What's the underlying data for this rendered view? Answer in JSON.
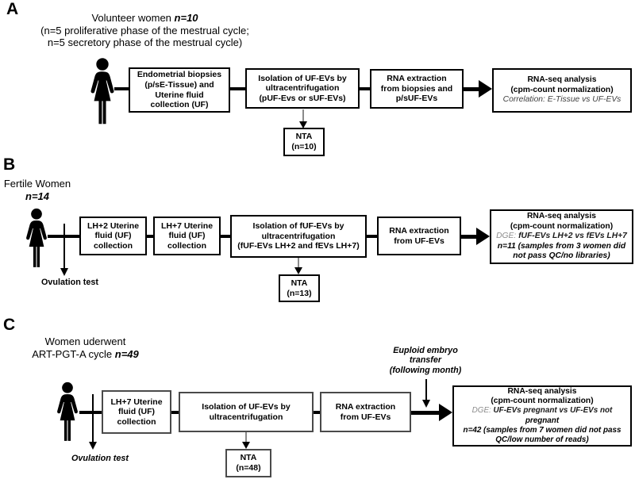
{
  "colors": {
    "ink": "#000000",
    "box_border": "#000000",
    "correlation_gray": "#3f3f3f",
    "dge_gray": "#8c8c8c"
  },
  "icons": {
    "woman": "woman-pictogram",
    "big_arrow": "thick-right-arrow",
    "down_arrow": "down-arrow"
  },
  "panelA": {
    "label": "A",
    "header": {
      "l1a": "Volunteer women ",
      "l1b": "n=10",
      "l2": "(n=5 proliferative phase of the mestrual cycle;",
      "l3": "n=5 secretory phase of the mestrual cycle)"
    },
    "biopsy_box": {
      "l1": "Endometrial biopsies",
      "l2": "(p/sE-Tissue) and",
      "l3": "Uterine fluid",
      "l4": "collection (UF)"
    },
    "isolation_box": {
      "l1": "Isolation of UF-EVs by",
      "l2": "ultracentrifugation",
      "l3": "(pUF-Evs or sUF-EVs)"
    },
    "nta_box": {
      "l1": "NTA",
      "l2": "(n=10)"
    },
    "rna_box": {
      "l1": "RNA extraction",
      "l2": "from biopsies and",
      "l3": "p/sUF-EVs"
    },
    "seq_box": {
      "l1": "RNA-seq analysis",
      "l2": "(cpm-count normalization)",
      "l3": "Correlation: E-Tissue vs UF-EVs"
    }
  },
  "panelB": {
    "label": "B",
    "header": {
      "l1": "Fertile Women",
      "l2": "n=14"
    },
    "ovulation_label": "Ovulation test",
    "lh2_box": {
      "l1": "LH+2 Uterine",
      "l2": "fluid (UF)",
      "l3": "collection"
    },
    "lh7_box": {
      "l1": "LH+7 Uterine",
      "l2": "fluid (UF)",
      "l3": "collection"
    },
    "isolation_box": {
      "l1": "Isolation of fUF-EVs by",
      "l2": "ultracentrifugation",
      "l3": "(fUF-EVs LH+2 and fEVs LH+7)"
    },
    "nta_box": {
      "l1": "NTA",
      "l2": "(n=13)"
    },
    "rna_box": {
      "l1": "RNA extraction",
      "l2": "from UF-EVs"
    },
    "seq_box": {
      "l1": "RNA-seq analysis",
      "l2": "(cpm-count normalization)",
      "dge_label": "DGE:",
      "dge_rest": " fUF-EVs LH+2 vs fEVs LH+7",
      "l4": "n=11 (samples from 3 women did",
      "l5": "not pass QC/no libraries)"
    }
  },
  "panelC": {
    "label": "C",
    "header": {
      "l1": "Women uderwent",
      "l2a": "ART-PGT-A cycle ",
      "l2b": "n=49"
    },
    "ovulation_label": "Ovulation test",
    "lh7_box": {
      "l1": "LH+7 Uterine",
      "l2": "fluid (UF)",
      "l3": "collection"
    },
    "isolation_box": {
      "l1": "Isolation of UF-EVs by",
      "l2": "ultracentrifugation"
    },
    "nta_box": {
      "l1": "NTA",
      "l2": "(n=48)"
    },
    "rna_box": {
      "l1": "RNA extraction",
      "l2": "from UF-EVs"
    },
    "euploid_note": {
      "l1": "Euploid embryo",
      "l2": "transfer",
      "l3": "(following month)"
    },
    "seq_box": {
      "l1": "RNA-seq analysis",
      "l2": "(cpm-count normalization)",
      "dge_label": "DGE:",
      "dge_rest": " UF-EVs pregnant vs UF-EVs not",
      "l4": "pregnant",
      "l5": "n=42 (samples from 7 women did not pass",
      "l6": "QC/low number of reads)"
    }
  }
}
